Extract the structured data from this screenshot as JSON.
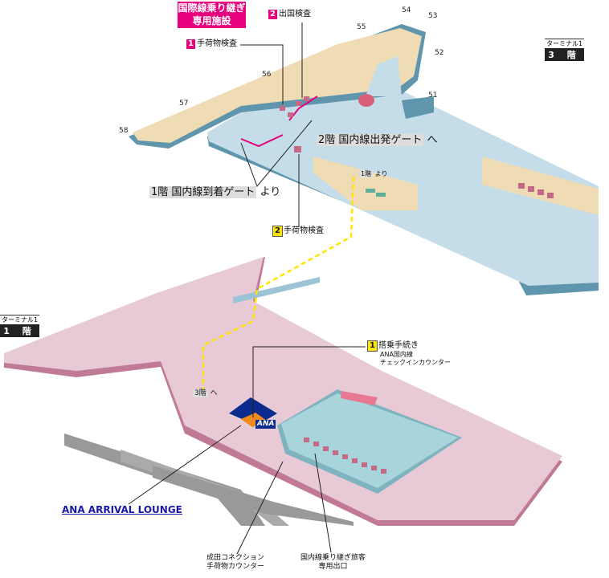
{
  "title": "国際線乗り継ぎ\n専用施設",
  "title_line1": "国際線乗り継ぎ",
  "title_line2": "専用施設",
  "floor3": {
    "terminal": "ターミナル1",
    "floor": "3 階"
  },
  "floor1": {
    "terminal": "ターミナル1",
    "floor": "1 階"
  },
  "gates": [
    "54",
    "53",
    "55",
    "52",
    "56",
    "51",
    "57",
    "58"
  ],
  "labels": {
    "security_check": {
      "num": "1",
      "text": "手荷物検査"
    },
    "immigration": {
      "num": "2",
      "text": "出国検査"
    },
    "to_domestic_departure": "2階 国内線出発ゲート",
    "to_domestic_departure_suffix": "へ",
    "from_1f": "1階",
    "from_1f_suffix": "より",
    "from_domestic_arrival": "1階 国内線到着ゲート",
    "from_domestic_arrival_suffix": "より",
    "baggage_check_2": {
      "num": "2",
      "text": "手荷物検査"
    },
    "checkin": {
      "num": "1",
      "text": "搭乗手続き",
      "sub1": "ANA国内線",
      "sub2": "チェックインカウンター"
    },
    "to_3f": "3階",
    "to_3f_suffix": "へ",
    "ana_logo": "ANA",
    "arrival_lounge_link": "ANA ARRIVAL LOUNGE",
    "connection_counter_1": "成田コネクション",
    "connection_counter_2": "手荷物カウンター",
    "exit_1": "国内線乗り継ぎ旅客",
    "exit_2": "専用出口"
  },
  "colors": {
    "magenta": "#e6007e",
    "yellow": "#ffe600",
    "floor3": "#c5dde8",
    "floor1": "#e8cad6",
    "beige": "#efdcb4",
    "ana_blue": "#0b2c8c"
  }
}
